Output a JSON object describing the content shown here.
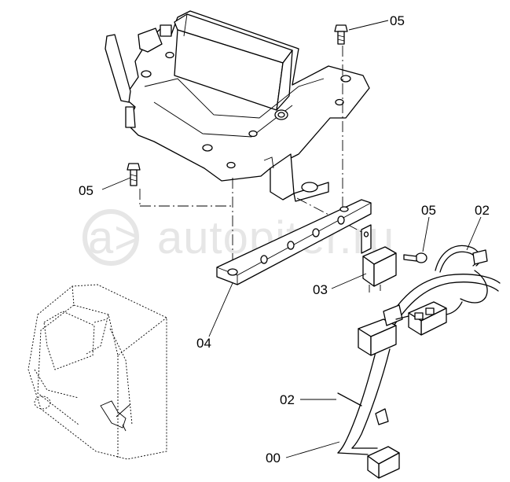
{
  "watermark": "autopiter.ru",
  "watermark_glyph": "a>",
  "callouts": {
    "c05_top": "05",
    "c05_left": "05",
    "c05_right": "05",
    "c02_top": "02",
    "c03": "03",
    "c04": "04",
    "c02_bottom": "02",
    "c00": "00"
  },
  "icons": {
    "bolt": "bolt-icon",
    "relay": "relay-icon",
    "connector": "connector-icon"
  },
  "colors": {
    "line": "#000000",
    "background": "#ffffff",
    "watermark": "#e6e6e6"
  }
}
